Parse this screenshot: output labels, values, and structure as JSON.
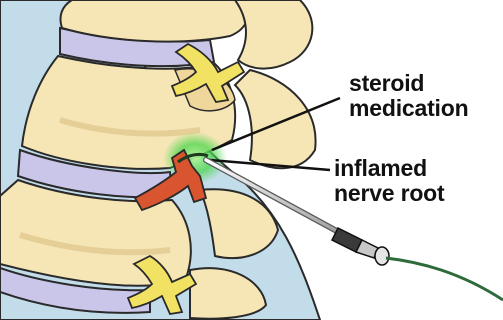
{
  "labels": {
    "steroid": {
      "line1": "steroid",
      "line2": "medication"
    },
    "nerve": {
      "line1": "inflamed",
      "line2": "nerve root"
    }
  },
  "colors": {
    "bone": "#f6e6b6",
    "bone_shadow": "#e0c48a",
    "disc": "#c9c6ea",
    "canal": "#c2dcea",
    "nerve_yellow": "#f2e264",
    "inflamed_nerve": "#d8552f",
    "glow": "#4cd64c",
    "tube": "#2f6b3a",
    "outline": "#2a2a2a"
  }
}
